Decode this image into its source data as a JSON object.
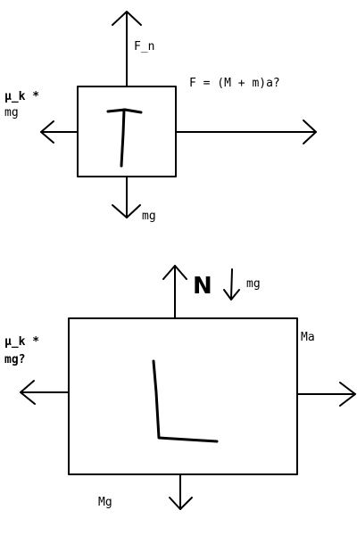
{
  "diagram1": {
    "block_letter": "T",
    "labels": {
      "normal_force": "F_n",
      "applied_force": "F = (M + m)a?",
      "friction_line1": "μ_k *",
      "friction_line2": "mg",
      "weight": "mg"
    }
  },
  "diagram2": {
    "block_letter": "L",
    "labels": {
      "normal_force_letter": "N",
      "down_force": "mg",
      "applied_force": "Ma",
      "friction_line1": "μ_k *",
      "friction_line2": "mg?",
      "weight": "Mg"
    }
  }
}
